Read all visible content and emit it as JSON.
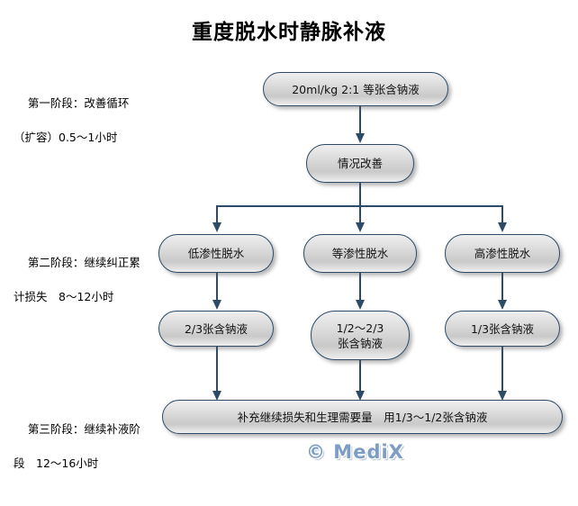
{
  "title": "重度脱水时静脉补液",
  "stages": [
    {
      "name": "stage-1",
      "line1": "第一阶段：改善循环",
      "line2": "（扩容）0.5～1小时"
    },
    {
      "name": "stage-2",
      "line1": "第二阶段：继续纠正累",
      "line2": "计损失　8～12小时"
    },
    {
      "name": "stage-3",
      "line1": "第三阶段：继续补液阶",
      "line2": "段　12～16小时"
    }
  ],
  "nodes": {
    "initial_bolus": "20ml/kg 2:1 等张含钠液",
    "improved": "情况改善",
    "hypotonic": "低渗性脱水",
    "isotonic": "等渗性脱水",
    "hypertonic": "高渗性脱水",
    "hypotonic_fluid": "2/3张含钠液",
    "isotonic_fluid": "1/2～2/3\n张含钠液",
    "hypertonic_fluid": "1/3张含钠液",
    "maintenance": "补充继续损失和生理需要量　用1/3～1/2张含钠液"
  },
  "watermark": "© MediX",
  "colors": {
    "connector": "#2d4a66",
    "node_border": "#2d4a66",
    "node_fill_light": "#efefef",
    "node_fill_dark": "#c9c9c9",
    "watermark": "#7e9dc4",
    "text": "#000000",
    "background": "#ffffff"
  }
}
